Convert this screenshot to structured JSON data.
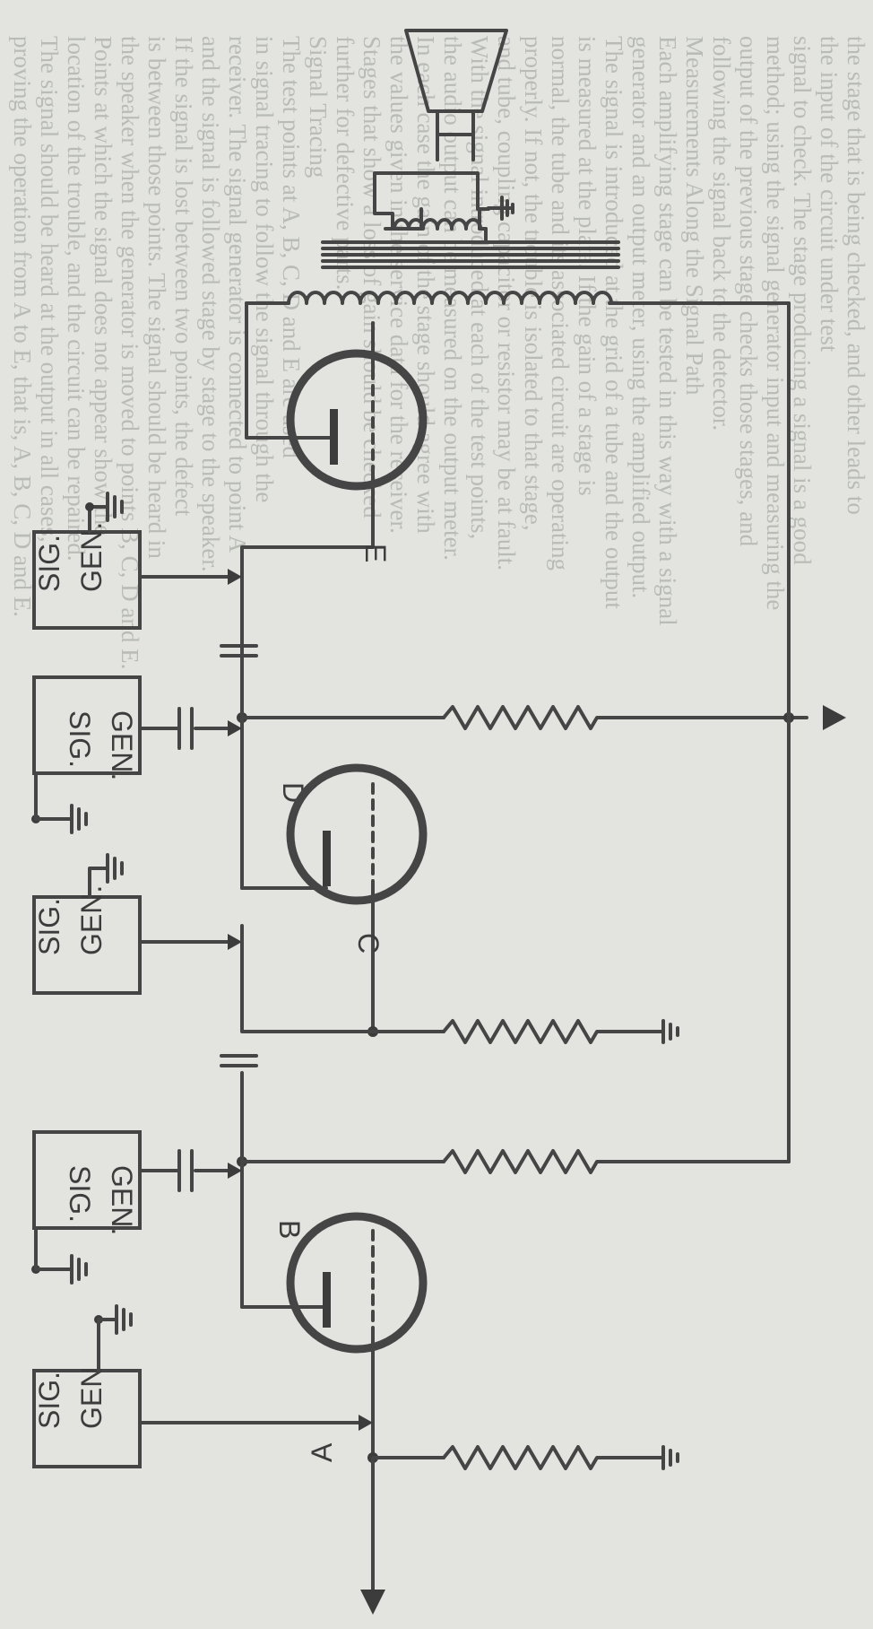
{
  "labels": {
    "sig_gen": "SIG. GEN.",
    "sig": "SIG.",
    "gen": "GEN.",
    "gen_bottom": "GEN",
    "point_a": "A",
    "point_b": "B",
    "point_c": "C",
    "point_d": "D",
    "point_e": "E"
  },
  "background_text": [
    "the stage that is being checked, and other leads to",
    "the input of the circuit under test",
    "signal to check. The stage producing a signal is a good",
    "method; using the signal generator input and measuring the",
    "output of the previous stage checks those stages, and",
    "following the signal back to the detector.",
    "Measurements Along the Signal Path",
    "Each amplifying stage can be tested in this way with a signal",
    "generator and an output meter, using the amplified output.",
    "The signal is introduced at the grid of a tube and the output",
    "is measured at the plate. If the gain of a stage is",
    "normal, the tube and its associated circuit are operating",
    "properly. If not, the trouble is isolated to that stage,",
    "and tube, coupling capacitor or resistor may be at fault.",
    "With the signal introduced at each of the test points,",
    "the audio output can be measured on the output meter.",
    "In each case the gain of the stage should agree with",
    "the values given in the service data for the receiver.",
    "Stages that show a loss of gain should be checked",
    "further for defective parts.",
    "Signal Tracing",
    "The test points at A, B, C, D and E are used",
    "in signal tracing to follow the signal through the",
    "receiver. The signal generator is connected to point A",
    "and the signal is followed stage by stage to the speaker.",
    "If the signal is lost between two points, the defect",
    "is between those points. The signal should be heard in",
    "the speaker when the generator is moved to points B, C, D and E.",
    "Points at which the signal does not appear show the",
    "location of the trouble, and the circuit can be repaired.",
    "The signal should be heard at the output in all cases,",
    "proving the operation from A to E, that is, A, B, C, D and E."
  ]
}
